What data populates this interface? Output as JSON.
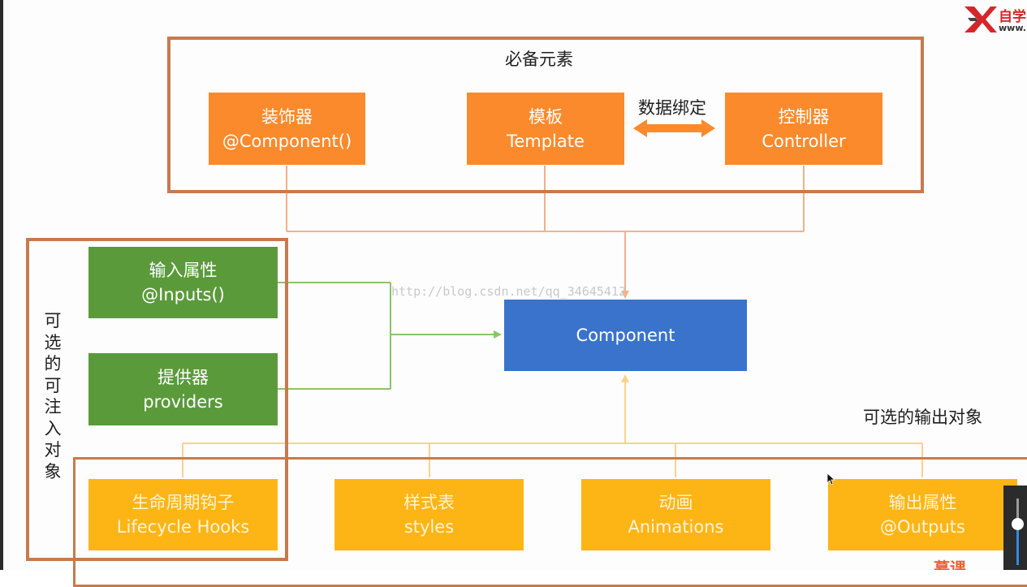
{
  "required": {
    "title": "必备元素",
    "binding_label": "数据绑定",
    "decorator": {
      "line1": "装饰器",
      "line2": "@Component()"
    },
    "template": {
      "line1": "模板",
      "line2": "Template"
    },
    "controller": {
      "line1": "控制器",
      "line2": "Controller"
    }
  },
  "injectable": {
    "title": "可选的可注入对象",
    "inputs": {
      "line1": "输入属性",
      "line2": "@Inputs()"
    },
    "providers": {
      "line1": "提供器",
      "line2": "providers"
    }
  },
  "component": {
    "label": "Component"
  },
  "outputs": {
    "title": "可选的输出对象",
    "lifecycle": {
      "line1": "生命周期钩子",
      "line2": "Lifecycle Hooks"
    },
    "styles": {
      "line1": "样式表",
      "line2": "styles"
    },
    "animations": {
      "line1": "动画",
      "line2": "Animations"
    },
    "output_props": {
      "line1": "输出属性",
      "line2": "@Outputs"
    }
  },
  "watermark": "http://blog.csdn.net/qq_34645412",
  "logo": {
    "text": "自学",
    "sub": "www."
  },
  "corner_mark": "慕课",
  "colors": {
    "required_node": "#fb8a2c",
    "injectable_node": "#5b9a3b",
    "component_node": "#3a73cc",
    "output_node": "#fdb516",
    "group_border": "#c87a4e",
    "logo_red": "#d6262a"
  }
}
